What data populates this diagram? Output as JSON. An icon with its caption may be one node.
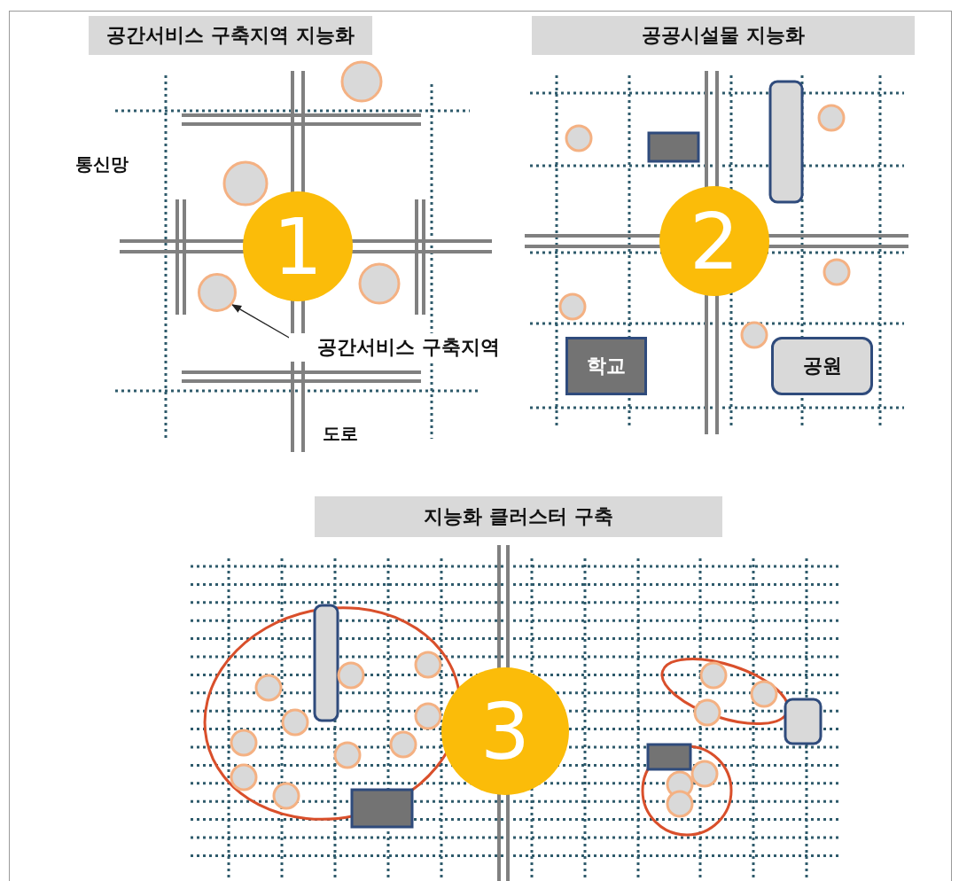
{
  "diagram": {
    "nodes": [
      {
        "text": [
          "공간서비스 구축지역 지능화"
        ]
      },
      {
        "text": [
          "공공시설물 지능화"
        ]
      },
      {
        "text": [
          "1"
        ]
      },
      {
        "text": [
          "공간서비스 구축지역"
        ]
      },
      {
        "text": [],
        "shape": "circle"
      },
      {
        "text": [
          "2"
        ]
      },
      {
        "text": [
          "학교"
        ]
      },
      {
        "text": [
          "공원"
        ]
      },
      {
        "text": [
          "지능화 클러스터 구축"
        ]
      },
      {
        "text": [
          "3"
        ]
      }
    ],
    "edges": [
      {
        "from": 3,
        "to": 4,
        "arrow": "to"
      }
    ],
    "labels": [
      "통신망",
      "도로"
    ]
  }
}
